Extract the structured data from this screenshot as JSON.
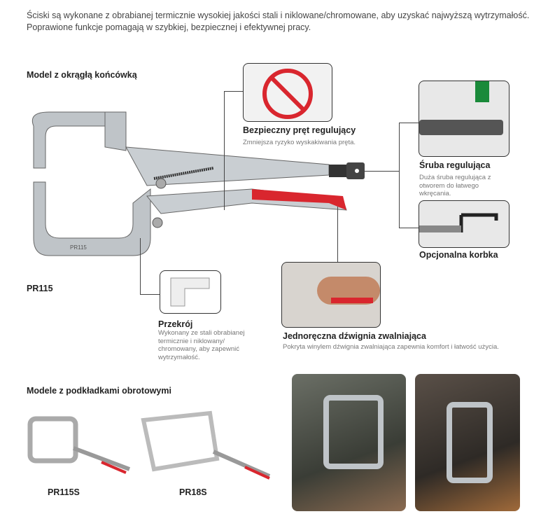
{
  "intro": "Ściski są wykonane z obrabianej termicznie wysokiej jakości stali i niklowane/chromowane, aby uzyskać najwyższą wytrzymałość. Poprawione funkcje pomagają w szybkiej, bezpiecznej i efektywnej pracy.",
  "section1": {
    "title": "Model z okrągłą końcówką",
    "model": "PR115",
    "tool_stamp": "PR115"
  },
  "features": [
    {
      "title": "Bezpieczny pręt regulujący",
      "desc": "Zmniejsza ryzyko wyskakiwania pręta."
    },
    {
      "title": "Śruba regulująca",
      "desc": "Duża śruba regulująca z otworem do łatwego wkręcania."
    },
    {
      "title": "Opcjonalna korbka",
      "desc": ""
    },
    {
      "title": "Przekrój",
      "desc": "Wykonany ze stali obrabianej termicznie i niklowany/ chromowany, aby zapewnić wytrzymałość."
    },
    {
      "title": "Jednoręczna dźwignia zwalniająca",
      "desc": "Pokryta winylem dźwignia zwalniająca zapewnia komfort i łatwość użycia."
    }
  ],
  "section2": {
    "title": "Modele z podkładkami obrotowymi",
    "models": [
      "PR115S",
      "PR18S"
    ]
  },
  "colors": {
    "handle": "#d9262e",
    "frame": "#333333"
  }
}
